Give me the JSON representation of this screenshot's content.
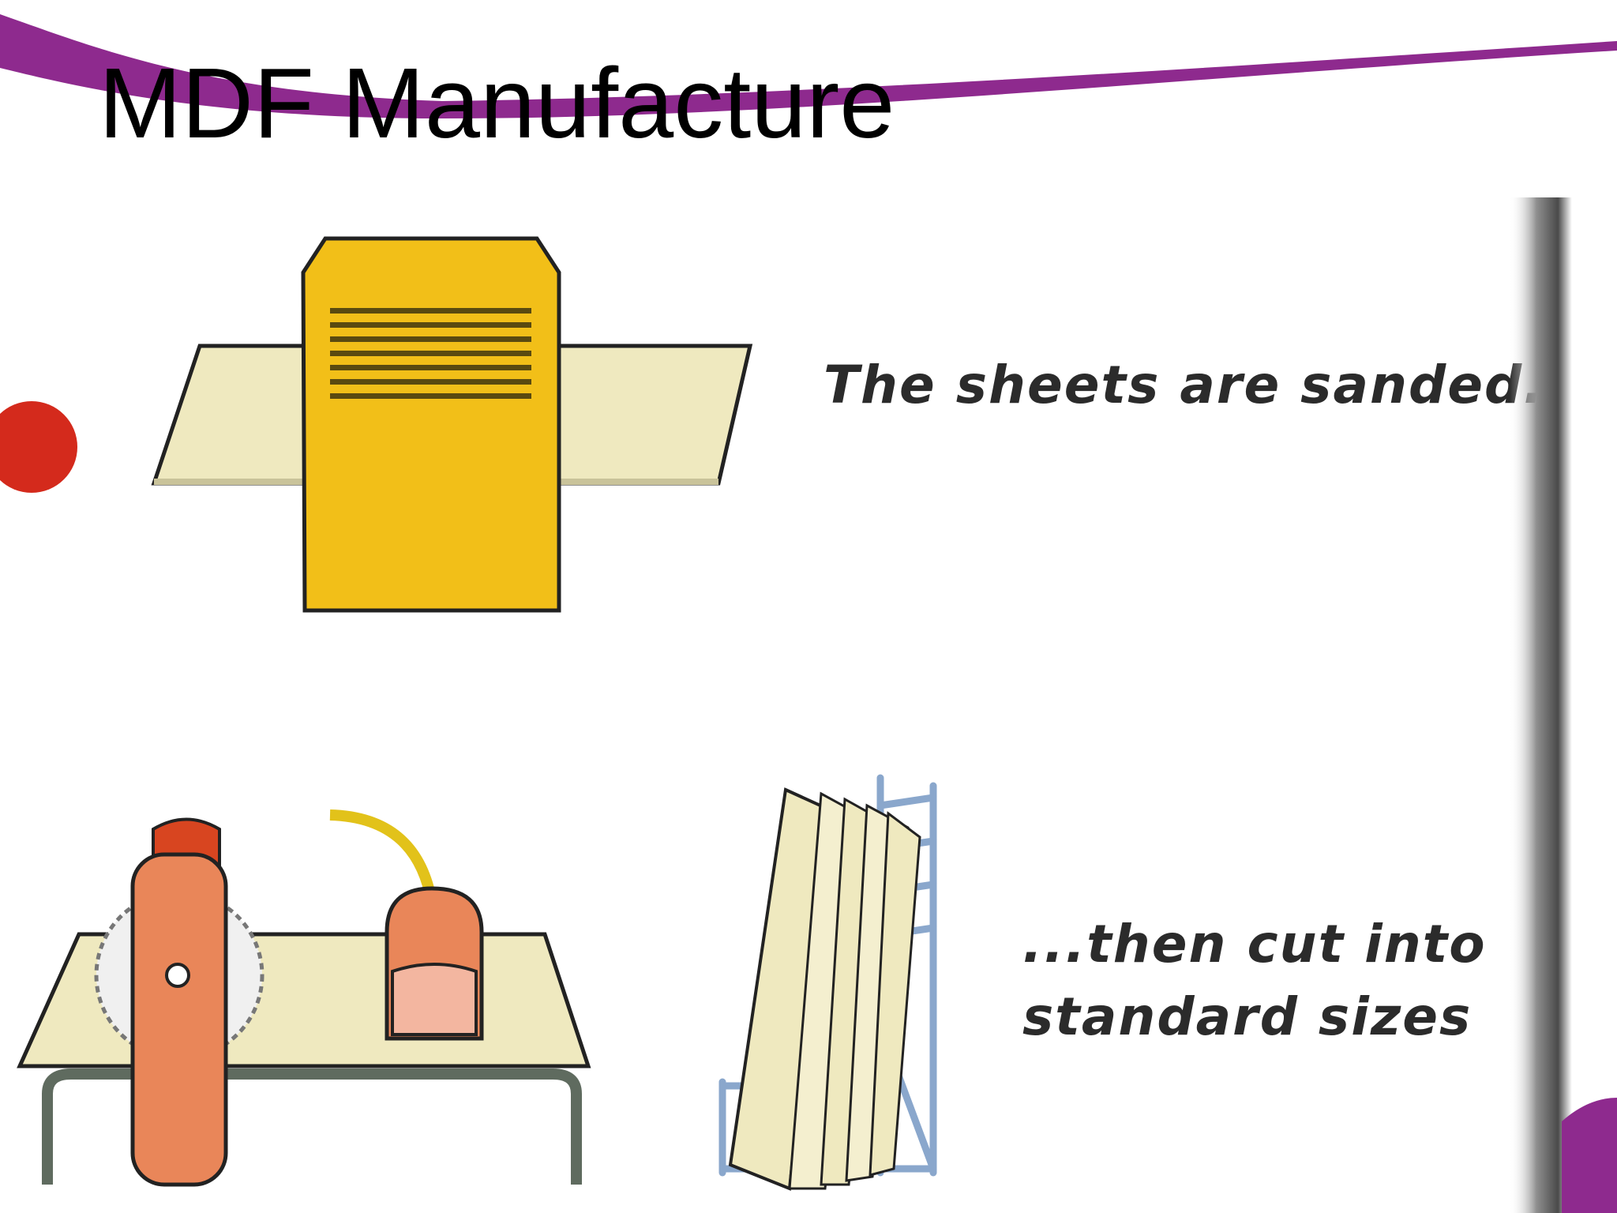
{
  "slide": {
    "title": "MDF Manufacture",
    "captions": {
      "sanded": "The sheets are sanded...",
      "cut_line1": "...then cut into",
      "cut_line2": "standard sizes"
    }
  },
  "colors": {
    "banner": "#8e2a8e",
    "sander": "#f2bf18",
    "board": "#efe9bf",
    "saw": "#e98659",
    "bullet": "#d42a1c"
  }
}
